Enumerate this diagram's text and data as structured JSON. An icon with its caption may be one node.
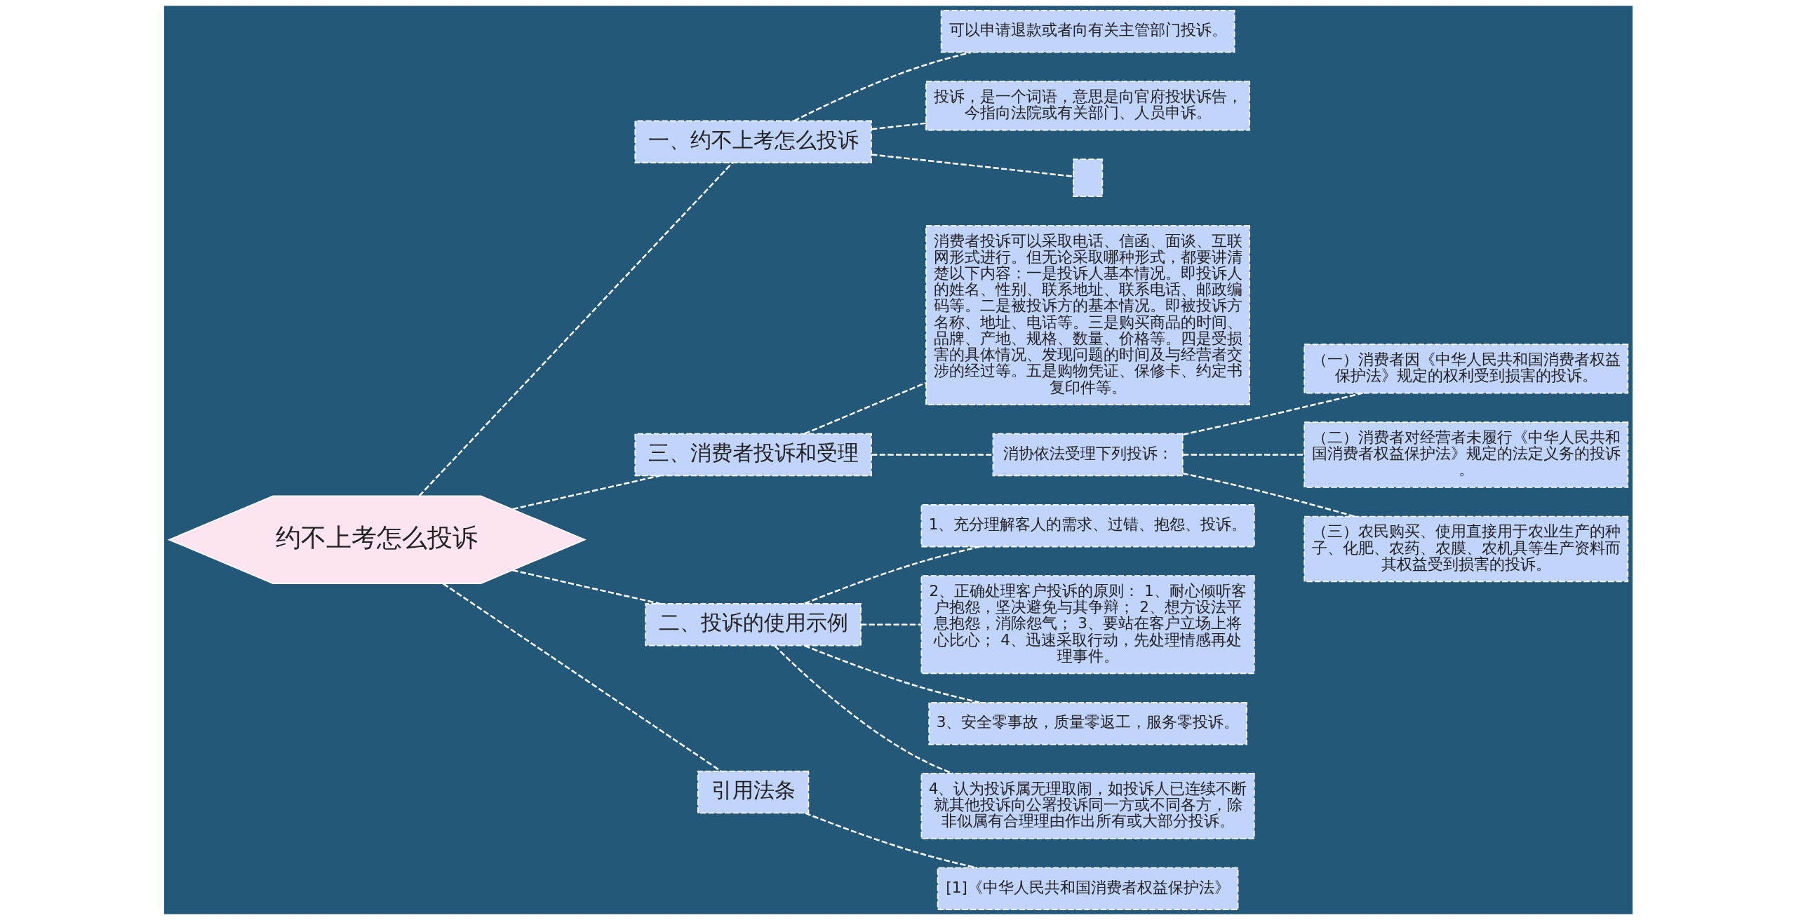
{
  "diagram": {
    "nodes": [
      {
        "text": [
          "约不上考怎么投诉"
        ]
      },
      {
        "text": [
          "一、约不上考怎么投诉"
        ]
      },
      {
        "text": [
          "可以申请退款或者向有关主管部门投诉。"
        ]
      },
      {
        "text": [
          "投诉，是一个词语，意思是向官府投状诉告，今指向法院或有关部门、人员申诉。"
        ]
      },
      {
        "text": [],
        "shape": "box"
      },
      {
        "text": [
          "三、消费者投诉和受理"
        ]
      },
      {
        "text": [
          "消费者投诉可以采取电话、信函、面谈、互联网形式进行。但无论采取哪种形式，都要讲清楚以下内容：一是投诉人基本情况。即投诉人的姓名、性别、联系地址、联系电话、邮政编码等。二是被投诉方的基本情况。即被投诉方名称、地址、电话等。三是购买商品的时间、品牌、产地、规格、数量、价格等。四是受损害的具体情况、发现问题的时间及与经营者交涉的经过等。五是购物凭证、保修卡、约定书复印件等。"
        ]
      },
      {
        "text": [
          "消协依法受理下列投诉："
        ]
      },
      {
        "text": [
          "（一）消费者因《中华人民共和国消费者权益保护法》规定的权利受到损害的投诉。"
        ]
      },
      {
        "text": [
          "（二）消费者对经营者未履行《中华人民共和国消费者权益保护法》规定的法定义务的投诉。"
        ]
      },
      {
        "text": [
          "（三）农民购买、使用直接用于农业生产的种子、化肥、农药、农膜、农机具等生产资料而其权益受到损害的投诉。"
        ]
      },
      {
        "text": [
          "二、投诉的使用示例"
        ]
      },
      {
        "text": [
          "1、充分理解客人的需求、过错、抱怨、投诉。"
        ]
      },
      {
        "text": [
          "2、正确处理客户投诉的原则： 1、耐心倾听客户抱怨，坚决避免与其争辩； 2、想方设法平息抱怨，消除怨气； 3、要站在客户立场上将心比心； 4、迅速采取行动，先处理情感再处理事件。"
        ]
      },
      {
        "text": [
          "3、安全零事故，质量零返工，服务零投诉。"
        ]
      },
      {
        "text": [
          "4、认为投诉属无理取闹，如投诉人已连续不断就其他投诉向公署投诉同一方或不同各方，除非似属有合理理由作出所有或大部分投诉。"
        ]
      },
      {
        "text": [
          "引用法条"
        ]
      },
      {
        "text": [
          "[1]《中华人民共和国消费者权益保护法》"
        ]
      }
    ],
    "edges": [
      {
        "from": 0,
        "to": 1,
        "arrow": "none"
      },
      {
        "from": 1,
        "to": 2,
        "arrow": "none"
      },
      {
        "from": 1,
        "to": 3,
        "arrow": "none"
      },
      {
        "from": 1,
        "to": 4,
        "arrow": "none"
      },
      {
        "from": 0,
        "to": 5,
        "arrow": "none"
      },
      {
        "from": 5,
        "to": 6,
        "arrow": "none"
      },
      {
        "from": 5,
        "to": 7,
        "arrow": "none"
      },
      {
        "from": 7,
        "to": 8,
        "arrow": "none"
      },
      {
        "from": 7,
        "to": 9,
        "arrow": "none"
      },
      {
        "from": 7,
        "to": 10,
        "arrow": "none"
      },
      {
        "from": 0,
        "to": 11,
        "arrow": "none"
      },
      {
        "from": 11,
        "to": 12,
        "arrow": "none"
      },
      {
        "from": 11,
        "to": 13,
        "arrow": "none"
      },
      {
        "from": 11,
        "to": 14,
        "arrow": "none"
      },
      {
        "from": 11,
        "to": 15,
        "arrow": "none"
      },
      {
        "from": 0,
        "to": 16,
        "arrow": "none"
      },
      {
        "from": 16,
        "to": 17,
        "arrow": "none"
      }
    ]
  }
}
